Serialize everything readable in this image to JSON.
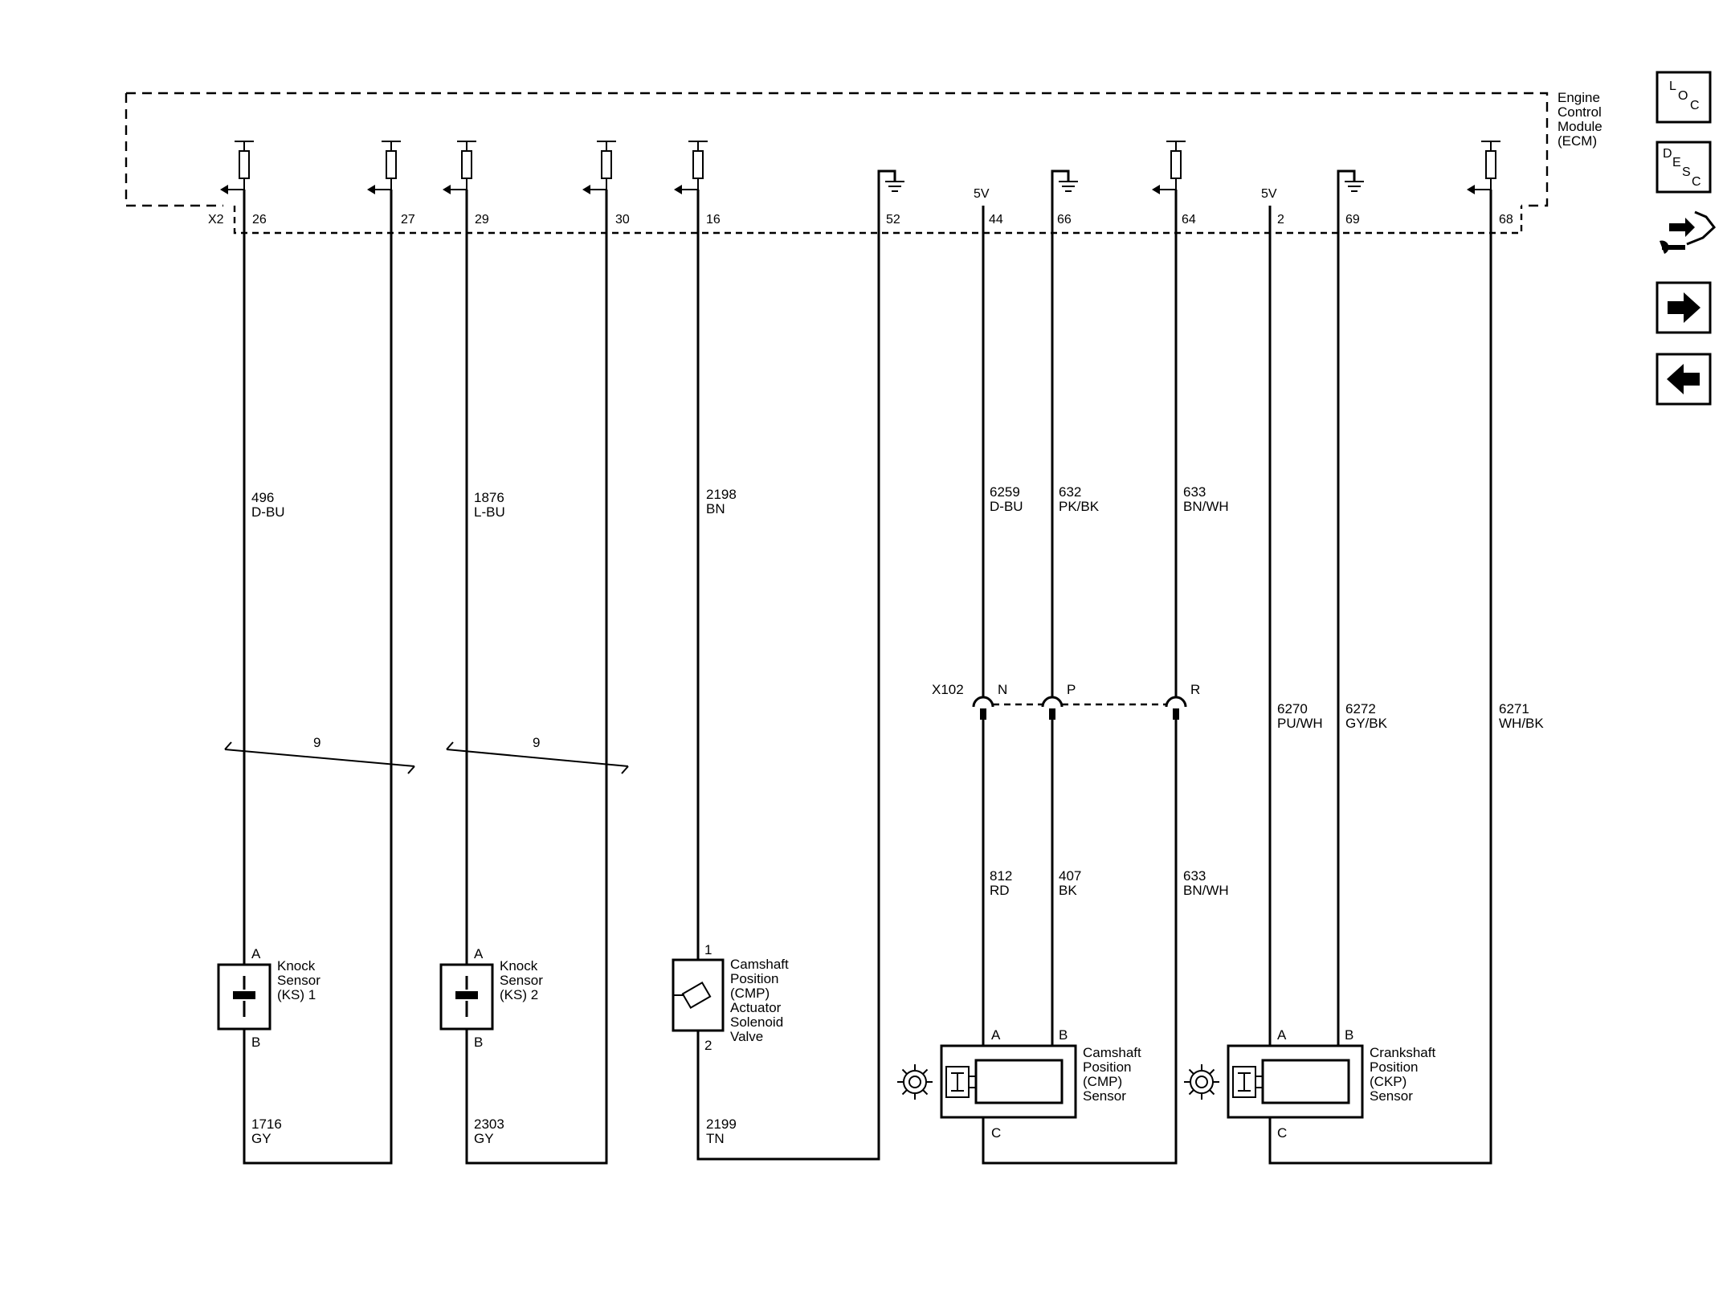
{
  "ecm": {
    "label_lines": [
      "Engine",
      "Control",
      "Module",
      "(ECM)"
    ],
    "connector": "X2",
    "supply_label": "5V"
  },
  "pins": {
    "p26": "26",
    "p27": "27",
    "p29": "29",
    "p30": "30",
    "p16": "16",
    "p52": "52",
    "p44": "44",
    "p66": "66",
    "p64": "64",
    "p2": "2",
    "p69": "69",
    "p68": "68"
  },
  "wires": {
    "w496": {
      "circuit": "496",
      "color": "D-BU"
    },
    "w1876": {
      "circuit": "1876",
      "color": "L-BU"
    },
    "w2198": {
      "circuit": "2198",
      "color": "BN"
    },
    "w6259": {
      "circuit": "6259",
      "color": "D-BU"
    },
    "w632": {
      "circuit": "632",
      "color": "PK/BK"
    },
    "w633a": {
      "circuit": "633",
      "color": "BN/WH"
    },
    "w6270": {
      "circuit": "6270",
      "color": "PU/WH"
    },
    "w6272": {
      "circuit": "6272",
      "color": "GY/BK"
    },
    "w6271": {
      "circuit": "6271",
      "color": "WH/BK"
    },
    "w812": {
      "circuit": "812",
      "color": "RD"
    },
    "w407": {
      "circuit": "407",
      "color": "BK"
    },
    "w633b": {
      "circuit": "633",
      "color": "BN/WH"
    },
    "w1716": {
      "circuit": "1716",
      "color": "GY"
    },
    "w2303": {
      "circuit": "2303",
      "color": "GY"
    },
    "w2199": {
      "circuit": "2199",
      "color": "TN"
    }
  },
  "twist_count": "9",
  "inline_connector": {
    "name": "X102",
    "pins": [
      "N",
      "P",
      "R"
    ]
  },
  "components": {
    "ks1": {
      "lines": [
        "Knock",
        "Sensor",
        "(KS) 1"
      ],
      "pin_top": "A",
      "pin_bottom": "B"
    },
    "ks2": {
      "lines": [
        "Knock",
        "Sensor",
        "(KS) 2"
      ],
      "pin_top": "A",
      "pin_bottom": "B"
    },
    "cmp_solenoid": {
      "lines": [
        "Camshaft",
        "Position",
        "(CMP)",
        "Actuator",
        "Solenoid",
        "Valve"
      ],
      "pin_top": "1",
      "pin_bottom": "2"
    },
    "cmp_sensor": {
      "lines": [
        "Camshaft",
        "Position",
        "(CMP)",
        "Sensor"
      ],
      "pin_a": "A",
      "pin_b": "B",
      "pin_c": "C"
    },
    "ckp_sensor": {
      "lines": [
        "Crankshaft",
        "Position",
        "(CKP)",
        "Sensor"
      ],
      "pin_a": "A",
      "pin_b": "B",
      "pin_c": "C"
    }
  },
  "nav": {
    "loc": {
      "letters": [
        "L",
        "O",
        "C"
      ]
    },
    "desc": {
      "letters": [
        "D",
        "E",
        "S",
        "C"
      ]
    },
    "icons": [
      "location-icon",
      "description-icon",
      "connector-wrench-icon",
      "next-arrow-icon",
      "previous-arrow-icon"
    ]
  }
}
